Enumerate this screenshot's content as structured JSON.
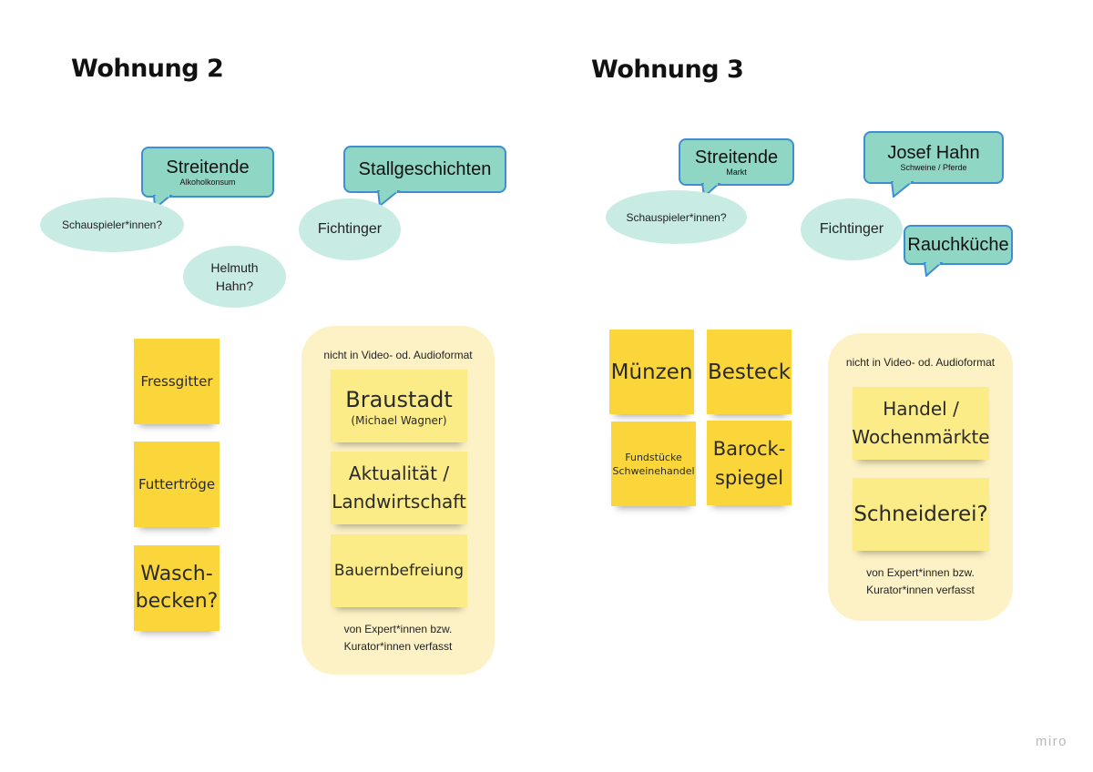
{
  "wohnung2": {
    "title": "Wohnung 2",
    "bubbles": [
      {
        "main": "Streitende",
        "sub": "Alkoholkonsum"
      },
      {
        "main": "Stallgeschichten",
        "sub": ""
      }
    ],
    "ellipses": [
      "Schauspieler*innen?",
      "Helmuth Hahn?",
      "Fichtinger"
    ],
    "stickies": [
      "Fressgitter",
      "Futtertröge",
      "Wasch-\nbecken?"
    ],
    "frame": {
      "top_caption": "nicht in Video- od. Audioformat",
      "notes": [
        {
          "main": "Braustadt",
          "sub": "(Michael Wagner)"
        },
        {
          "main": "Aktualität /\nLandwirtschaft",
          "sub": ""
        },
        {
          "main": "Bauernbefreiung",
          "sub": ""
        }
      ],
      "bottom_caption": "von Expert*innen bzw.\nKurator*innen verfasst"
    }
  },
  "wohnung3": {
    "title": "Wohnung 3",
    "bubbles": [
      {
        "main": "Streitende",
        "sub": "Markt"
      },
      {
        "main": "Josef Hahn",
        "sub": "Schweine / Pferde"
      },
      {
        "main": "Rauchküche",
        "sub": ""
      }
    ],
    "ellipses": [
      "Schauspieler*innen?",
      "Fichtinger"
    ],
    "stickies": [
      "Münzen",
      "Besteck",
      "Fundstücke\nSchweinehandel",
      "Barock-\nspiegel"
    ],
    "frame": {
      "top_caption": "nicht in Video- od. Audioformat",
      "notes": [
        {
          "main": "Handel /\nWochenmärkte",
          "sub": ""
        },
        {
          "main": "Schneiderei?",
          "sub": ""
        }
      ],
      "bottom_caption": "von Expert*innen bzw.\nKurator*innen verfasst"
    }
  },
  "logo": "miro",
  "colors": {
    "bubble_fill": "#8fd6c4",
    "bubble_border": "#3d8fd1",
    "ellipse_fill": "#c8ece4",
    "sticky": "#fbd63a",
    "sticky_pale": "#fbec88",
    "frame": "#fdf2c6"
  }
}
